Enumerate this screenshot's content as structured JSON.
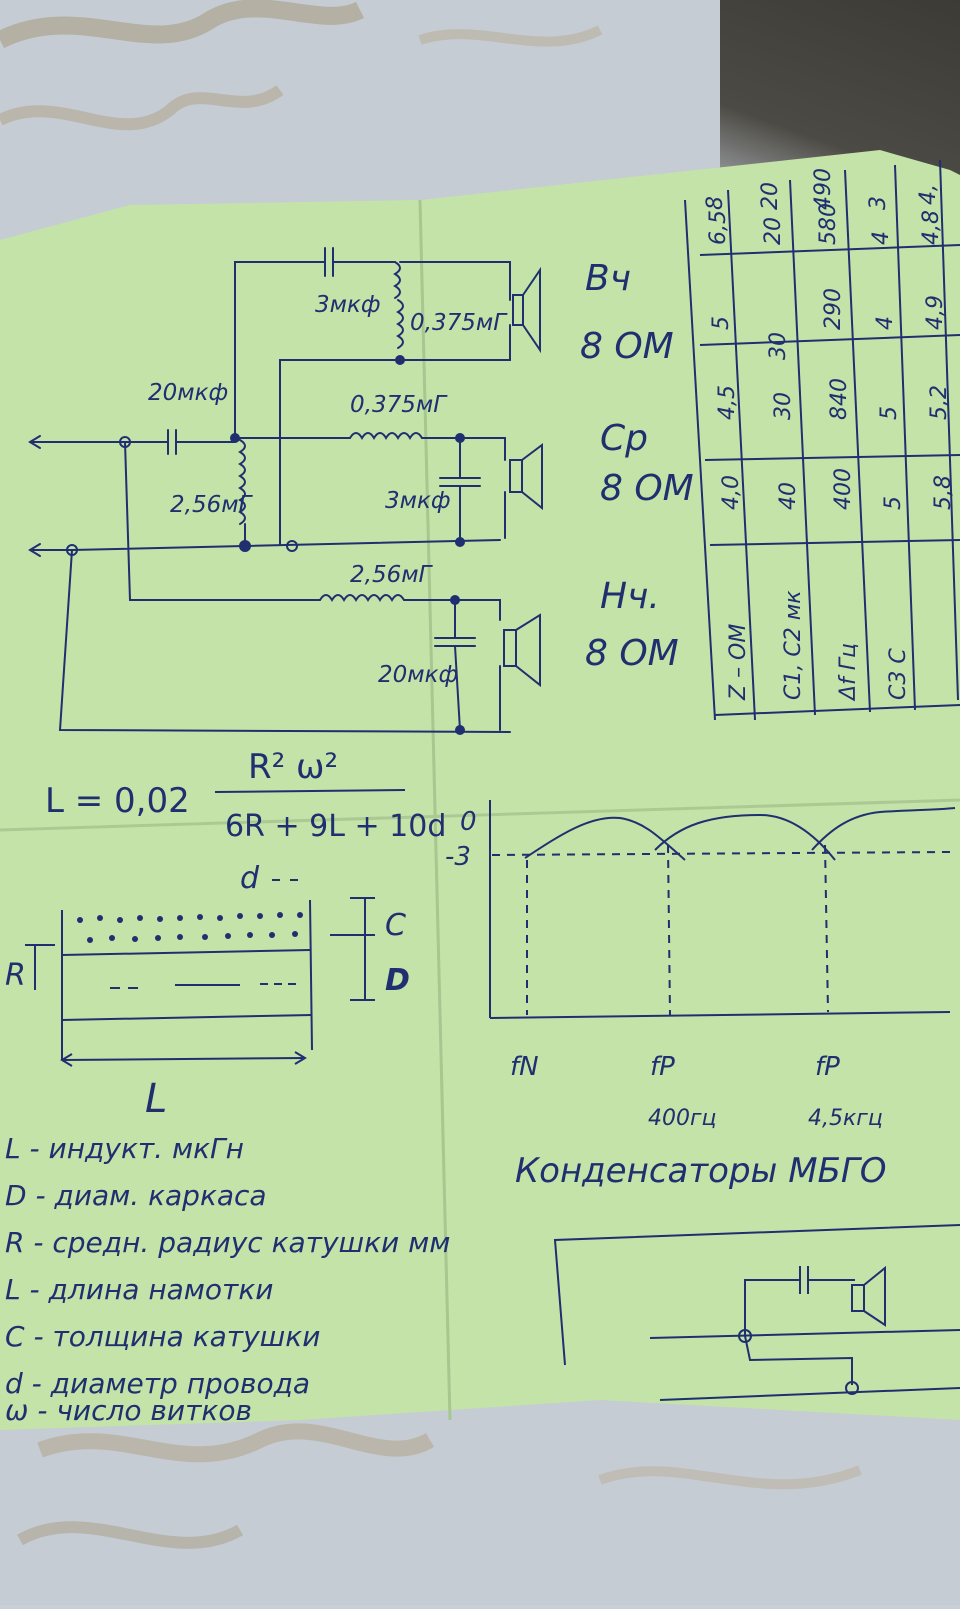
{
  "circuit": {
    "c_tweeter": "3мкф",
    "l_tweeter": "0,375мГ",
    "label_tweeter": "Вч",
    "ohm_tweeter": "8 ОМ",
    "c_input": "20мкф",
    "l_mid": "0,375мГ",
    "l_shunt": "2,56мГ",
    "c_mid": "3мкф",
    "label_mid": "Ср",
    "ohm_mid": "8 ОМ",
    "l_woofer": "2,56мГ",
    "c_woofer": "20мкф",
    "label_woofer": "Нч.",
    "ohm_woofer": "8 ОМ"
  },
  "table": {
    "headers": [
      "Z – ОМ",
      "C1, C2 мк",
      "Δf Гц",
      "C3 C"
    ],
    "columns": [
      [
        "4,0",
        "40",
        "400",
        "5",
        "5,8"
      ],
      [
        "4,5",
        "30",
        "840",
        "5",
        "5,2"
      ],
      [
        "5",
        "30",
        "290",
        "4",
        "4,9"
      ],
      [
        "6,5",
        "20",
        "580",
        "4",
        "4,8"
      ],
      [
        "8",
        "20",
        "490",
        "3",
        "4,"
      ]
    ]
  },
  "formula": {
    "lhs": "L = 0,02",
    "numerator": "R² ω²",
    "denominator": "6R + 9L + 10d"
  },
  "coil": {
    "label_d": "d",
    "label_c": "C",
    "label_D": "D",
    "label_R": "R",
    "label_L": "L"
  },
  "response": {
    "y0": "0",
    "y3": "-3",
    "x1": "fN",
    "x2": "fP",
    "x3": "fP",
    "val2": "400гц",
    "val3": "4,5кгц"
  },
  "legend": [
    "L - индукт. мкГн",
    "D - диам. каркаса",
    "R - средн. радиус катушки мм",
    "L - длина намотки",
    "C - толщина катушки",
    "d - диаметр провода",
    "ω - число витков"
  ],
  "capacitors_note": "Конденсаторы МБГО",
  "colors": {
    "paper": "#c4e3a8",
    "ink": "#1f2f70",
    "cloth": "#c9cfd6"
  }
}
